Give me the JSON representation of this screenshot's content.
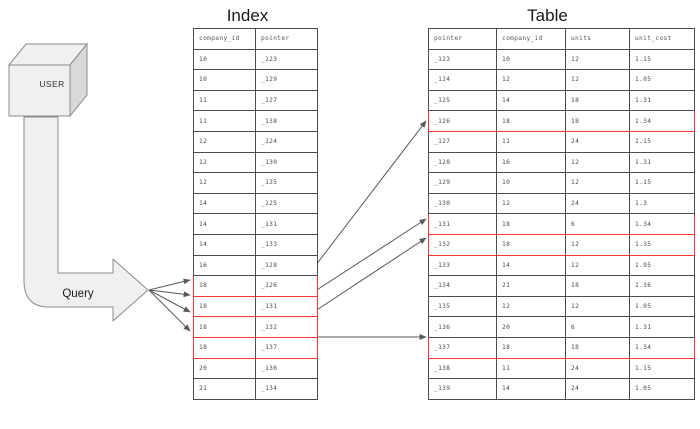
{
  "diagram": {
    "user_node_label": "USER",
    "query_node_label": "Query",
    "index_title": "Index",
    "table_title": "Table"
  },
  "index_table": {
    "title": "Index",
    "columns": [
      "company_id",
      "pointer"
    ],
    "rows": [
      {
        "company_id": "10",
        "pointer": "_123",
        "highlighted": false
      },
      {
        "company_id": "10",
        "pointer": "_129",
        "highlighted": false
      },
      {
        "company_id": "11",
        "pointer": "_127",
        "highlighted": false
      },
      {
        "company_id": "11",
        "pointer": "_138",
        "highlighted": false
      },
      {
        "company_id": "12",
        "pointer": "_124",
        "highlighted": false
      },
      {
        "company_id": "12",
        "pointer": "_130",
        "highlighted": false
      },
      {
        "company_id": "12",
        "pointer": "_135",
        "highlighted": false
      },
      {
        "company_id": "14",
        "pointer": "_125",
        "highlighted": false
      },
      {
        "company_id": "14",
        "pointer": "_131",
        "highlighted": false
      },
      {
        "company_id": "14",
        "pointer": "_133",
        "highlighted": false
      },
      {
        "company_id": "16",
        "pointer": "_128",
        "highlighted": false
      },
      {
        "company_id": "18",
        "pointer": "_126",
        "highlighted": true
      },
      {
        "company_id": "18",
        "pointer": "_131",
        "highlighted": true
      },
      {
        "company_id": "18",
        "pointer": "_132",
        "highlighted": true
      },
      {
        "company_id": "18",
        "pointer": "_137",
        "highlighted": true
      },
      {
        "company_id": "20",
        "pointer": "_136",
        "highlighted": false
      },
      {
        "company_id": "21",
        "pointer": "_134",
        "highlighted": false
      }
    ]
  },
  "data_table": {
    "title": "Table",
    "columns": [
      "pointer",
      "company_id",
      "units",
      "unit_cost"
    ],
    "rows": [
      {
        "pointer": "_123",
        "company_id": "10",
        "units": "12",
        "unit_cost": "1.15",
        "highlighted": false
      },
      {
        "pointer": "_124",
        "company_id": "12",
        "units": "12",
        "unit_cost": "1.05",
        "highlighted": false
      },
      {
        "pointer": "_125",
        "company_id": "14",
        "units": "18",
        "unit_cost": "1.31",
        "highlighted": false
      },
      {
        "pointer": "_126",
        "company_id": "18",
        "units": "18",
        "unit_cost": "1.34",
        "highlighted": true
      },
      {
        "pointer": "_127",
        "company_id": "11",
        "units": "24",
        "unit_cost": "1.15",
        "highlighted": false
      },
      {
        "pointer": "_128",
        "company_id": "16",
        "units": "12",
        "unit_cost": "1.31",
        "highlighted": false
      },
      {
        "pointer": "_129",
        "company_id": "10",
        "units": "12",
        "unit_cost": "1.15",
        "highlighted": false
      },
      {
        "pointer": "_130",
        "company_id": "12",
        "units": "24",
        "unit_cost": "1.3",
        "highlighted": false
      },
      {
        "pointer": "_131",
        "company_id": "18",
        "units": "6",
        "unit_cost": "1.34",
        "highlighted": true
      },
      {
        "pointer": "_132",
        "company_id": "18",
        "units": "12",
        "unit_cost": "1.35",
        "highlighted": true
      },
      {
        "pointer": "_133",
        "company_id": "14",
        "units": "12",
        "unit_cost": "1.95",
        "highlighted": false
      },
      {
        "pointer": "_134",
        "company_id": "21",
        "units": "18",
        "unit_cost": "1.36",
        "highlighted": false
      },
      {
        "pointer": "_135",
        "company_id": "12",
        "units": "12",
        "unit_cost": "1.05",
        "highlighted": false
      },
      {
        "pointer": "_136",
        "company_id": "20",
        "units": "6",
        "unit_cost": "1.31",
        "highlighted": false
      },
      {
        "pointer": "_137",
        "company_id": "18",
        "units": "18",
        "unit_cost": "1.34",
        "highlighted": true
      },
      {
        "pointer": "_138",
        "company_id": "11",
        "units": "24",
        "unit_cost": "1.15",
        "highlighted": false
      },
      {
        "pointer": "_139",
        "company_id": "14",
        "units": "24",
        "unit_cost": "1.05",
        "highlighted": false
      }
    ]
  },
  "colors": {
    "highlight": "#ff3333",
    "shape_fill": "#f0f0f0",
    "shape_stroke": "#8c8c8c",
    "grid_stroke": "#4d4d4d",
    "connector_stroke": "#595959",
    "text": "#4c4c4c"
  }
}
